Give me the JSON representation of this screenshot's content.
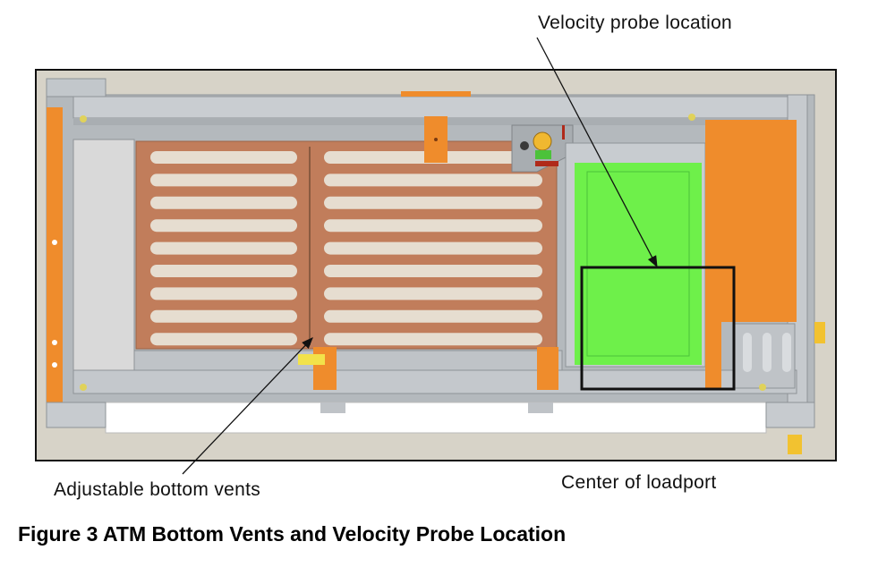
{
  "labels": {
    "velocity_probe": "Velocity probe location",
    "adjustable_vents": "Adjustable bottom vents",
    "center_loadport": "Center of loadport"
  },
  "caption": "Figure 3  ATM Bottom Vents and Velocity Probe Location",
  "colors": {
    "frame_gray": "#b4b9bd",
    "vent_plate": "#c17d5b",
    "vent_slot": "#e6ddd0",
    "orange_part": "#ef8c2c",
    "green_panel": "#6ef04a",
    "background_panel": "#d7d3c8",
    "outline": "#111111"
  }
}
